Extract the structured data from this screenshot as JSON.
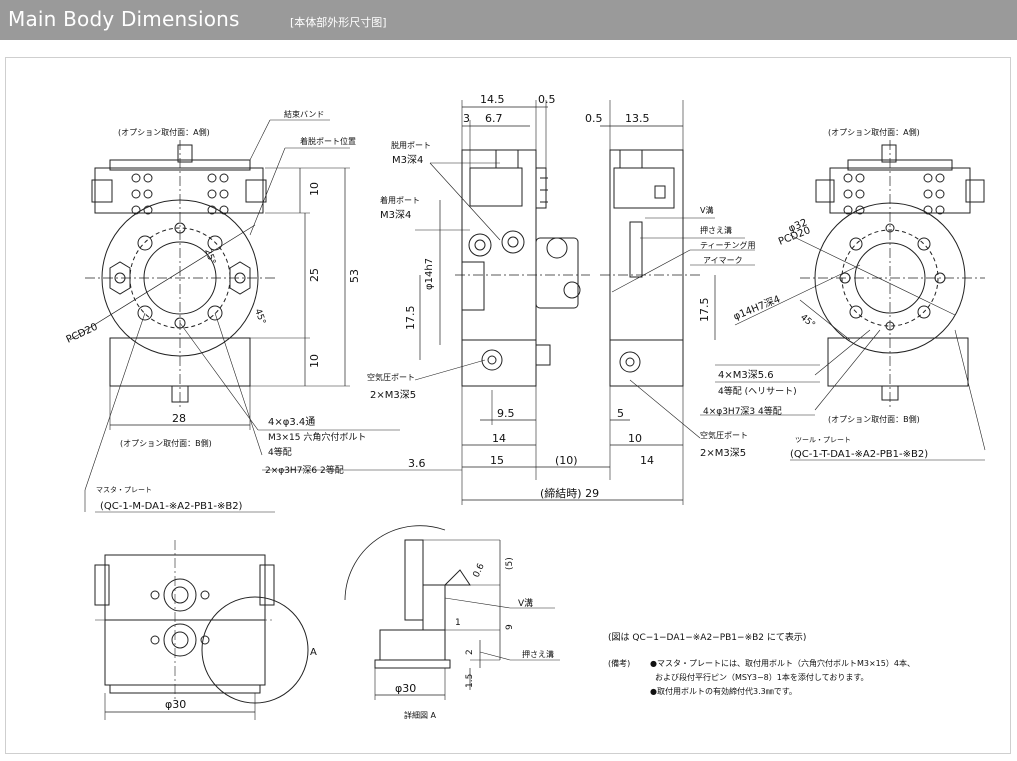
{
  "header": {
    "title": "Main Body Dimensions",
    "subtitle": "[本体部外形尺寸图]"
  },
  "labels": {
    "option_a_left": "(オプション取付面：A側)",
    "option_a_right": "(オプション取付面：A側)",
    "option_b_left": "(オプション取付面：B側)",
    "option_b_right": "(オプション取付面：B側)",
    "band": "結束バンド",
    "detach_port_pos": "着脱ポート位置",
    "release_port": "脱用ポート",
    "release_port_thread": "M3深4",
    "attach_port": "着用ポート",
    "attach_port_thread": "M3深4",
    "air_port_left": "空気圧ポート",
    "air_port_left_thread": "2×M3深5",
    "air_port_right": "空気圧ポート",
    "air_port_right_thread": "2×M3深5",
    "v_groove": "V溝",
    "press_groove": "押さえ溝",
    "teaching": "ティーチング用",
    "eye_mark": "アイマーク",
    "pcd_left": "PCD20",
    "pcd_right": "PCD20",
    "dia32": "φ32",
    "dia14h7": "φ14h7",
    "dia14H7": "φ14H7深4",
    "hole_spec_1": "4×φ3.4通",
    "hole_spec_2": "M3×15 六角穴付ボルト",
    "hole_spec_3": "4等配",
    "pin_spec_left": "2×φ3H7深6 2等配",
    "right_m3": "4×M3深5.6",
    "right_m3_sub": "4等配 (ヘリサート)",
    "right_pin": "4×φ3H7深3 4等配",
    "master_plate": "マスタ・プレート",
    "master_plate_code": "(QC-1-M-DA1-※A2-PB1-※B2)",
    "tool_plate": "ツール・プレート",
    "tool_plate_code": "(QC-1-T-DA1-※A2-PB1-※B2)",
    "detail_label": "詳細図 A",
    "circle_a": "A",
    "figure_note": "(図は QC−1−DA1−※A2−PB1−※B2 にて表示)",
    "remarks_head": "(備考)",
    "remarks_1": "●マスタ・プレートには、取付用ボルト（六角穴付ボルトM3×15）4本、",
    "remarks_2": "および段付平行ピン（MSY3−8）1本を添付しております。",
    "remarks_3": "●取付用ボルトの有効締付代3.3㎜です。"
  },
  "dims": {
    "d14_5": "14.5",
    "d0_5_top": "0.5",
    "d3": "3",
    "d6_7": "6.7",
    "d0_5_right": "0.5",
    "d13_5": "13.5",
    "d10_top": "10",
    "d25": "25",
    "d53": "53",
    "d10_bot": "10",
    "d28": "28",
    "d3_6": "3.6",
    "d17_5_left": "17.5",
    "d17_5_right": "17.5",
    "d9_5": "9.5",
    "d14_left": "14",
    "d15": "15",
    "d10_paren": "(10)",
    "d5": "5",
    "d10_right": "10",
    "d14_right": "14",
    "d29": "(締結時) 29",
    "ang25": "25°",
    "ang45_left": "45°",
    "ang45_right": "45°",
    "d30_bottom": "φ30",
    "d30_detail": "φ30",
    "d0_6": "0.6",
    "d5_paren": "(5)",
    "d9": "9",
    "d1": "1",
    "d2": "2",
    "d1_5": "1.5"
  }
}
